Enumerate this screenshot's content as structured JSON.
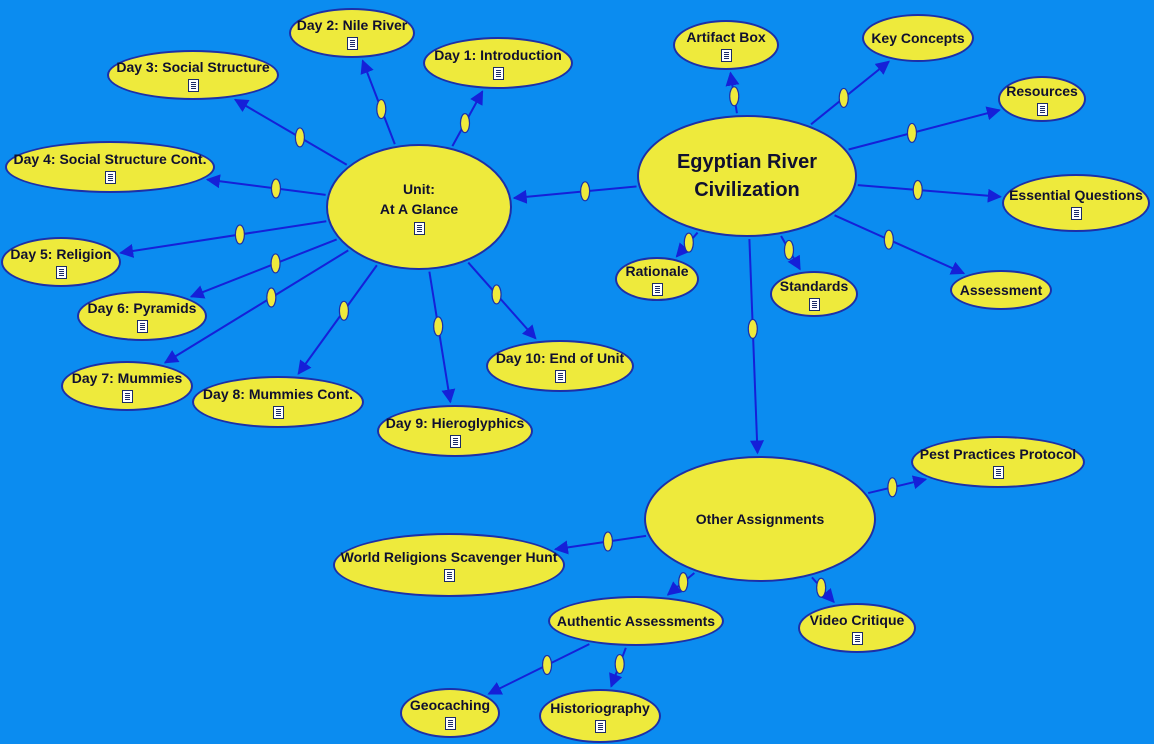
{
  "nodes": [
    {
      "id": "center",
      "name": "node-egyptian-river-civilization",
      "label": "Egyptian River\nCivilization",
      "icon": false
    },
    {
      "id": "unit",
      "name": "node-unit-at-a-glance",
      "label": "Unit:\nAt A Glance",
      "icon": true
    },
    {
      "id": "other",
      "name": "node-other-assignments",
      "label": "Other Assignments",
      "icon": false
    },
    {
      "id": "day1",
      "name": "node-day-1",
      "label": "Day 1: Introduction",
      "icon": true
    },
    {
      "id": "day2",
      "name": "node-day-2",
      "label": "Day 2: Nile River",
      "icon": true
    },
    {
      "id": "day3",
      "name": "node-day-3",
      "label": "Day 3: Social Structure",
      "icon": true
    },
    {
      "id": "day4",
      "name": "node-day-4",
      "label": "Day 4: Social Structure Cont.",
      "icon": true
    },
    {
      "id": "day5",
      "name": "node-day-5",
      "label": "Day 5: Religion",
      "icon": true
    },
    {
      "id": "day6",
      "name": "node-day-6",
      "label": "Day 6: Pyramids",
      "icon": true
    },
    {
      "id": "day7",
      "name": "node-day-7",
      "label": "Day 7: Mummies",
      "icon": true
    },
    {
      "id": "day8",
      "name": "node-day-8",
      "label": "Day 8: Mummies Cont.",
      "icon": true
    },
    {
      "id": "day9",
      "name": "node-day-9",
      "label": "Day 9: Hieroglyphics",
      "icon": true
    },
    {
      "id": "day10",
      "name": "node-day-10",
      "label": "Day 10: End of Unit",
      "icon": true
    },
    {
      "id": "artifact",
      "name": "node-artifact-box",
      "label": "Artifact Box",
      "icon": true
    },
    {
      "id": "keyconcepts",
      "name": "node-key-concepts",
      "label": "Key Concepts",
      "icon": false
    },
    {
      "id": "resources",
      "name": "node-resources",
      "label": "Resources",
      "icon": true
    },
    {
      "id": "essential",
      "name": "node-essential-questions",
      "label": "Essential Questions",
      "icon": true
    },
    {
      "id": "assessment",
      "name": "node-assessment",
      "label": "Assessment",
      "icon": false
    },
    {
      "id": "standards",
      "name": "node-standards",
      "label": "Standards",
      "icon": true
    },
    {
      "id": "rationale",
      "name": "node-rationale",
      "label": "Rationale",
      "icon": true
    },
    {
      "id": "pest",
      "name": "node-pest-practices-protocol",
      "label": "Pest Practices Protocol",
      "icon": true
    },
    {
      "id": "worldrel",
      "name": "node-world-religions-scavenger-hunt",
      "label": "World Religions Scavenger Hunt",
      "icon": true
    },
    {
      "id": "authentic",
      "name": "node-authentic-assessments",
      "label": "Authentic Assessments",
      "icon": false
    },
    {
      "id": "video",
      "name": "node-video-critique",
      "label": "Video Critique",
      "icon": true
    },
    {
      "id": "geocaching",
      "name": "node-geocaching",
      "label": "Geocaching",
      "icon": true
    },
    {
      "id": "historiography",
      "name": "node-historiography",
      "label": "Historiography",
      "icon": true
    }
  ],
  "links": [
    {
      "from": "center",
      "to": "unit"
    },
    {
      "from": "center",
      "to": "artifact"
    },
    {
      "from": "center",
      "to": "keyconcepts"
    },
    {
      "from": "center",
      "to": "resources"
    },
    {
      "from": "center",
      "to": "essential"
    },
    {
      "from": "center",
      "to": "assessment"
    },
    {
      "from": "center",
      "to": "standards"
    },
    {
      "from": "center",
      "to": "rationale"
    },
    {
      "from": "center",
      "to": "other"
    },
    {
      "from": "unit",
      "to": "day1"
    },
    {
      "from": "unit",
      "to": "day2"
    },
    {
      "from": "unit",
      "to": "day3"
    },
    {
      "from": "unit",
      "to": "day4"
    },
    {
      "from": "unit",
      "to": "day5"
    },
    {
      "from": "unit",
      "to": "day6"
    },
    {
      "from": "unit",
      "to": "day7"
    },
    {
      "from": "unit",
      "to": "day8"
    },
    {
      "from": "unit",
      "to": "day9"
    },
    {
      "from": "unit",
      "to": "day10"
    },
    {
      "from": "other",
      "to": "pest"
    },
    {
      "from": "other",
      "to": "worldrel"
    },
    {
      "from": "other",
      "to": "authentic"
    },
    {
      "from": "other",
      "to": "video"
    },
    {
      "from": "authentic",
      "to": "geocaching"
    },
    {
      "from": "authentic",
      "to": "historiography"
    }
  ],
  "colors": {
    "background": "#0B8CF0",
    "node_fill": "#EEEA3C",
    "node_border": "#1C2FA8",
    "link": "#1520D8",
    "link_oval_fill": "#EEEA3C"
  }
}
